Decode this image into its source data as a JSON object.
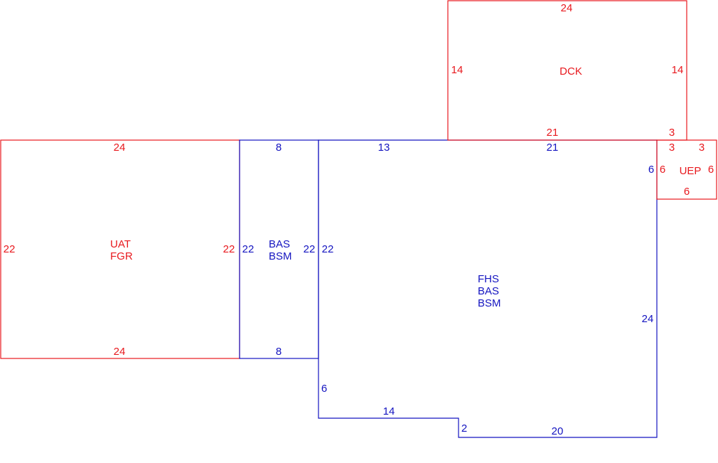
{
  "colors": {
    "red": "#e8191e",
    "blue": "#1414c0",
    "background": "#ffffff"
  },
  "areas": {
    "uat": {
      "codes": [
        "UAT",
        "FGR"
      ],
      "dims": {
        "top": "24",
        "bottom": "24",
        "left": "22",
        "right": "22"
      }
    },
    "bas_left": {
      "codes": [
        "BAS",
        "BSM"
      ],
      "dims": {
        "top": "8",
        "bottom": "8",
        "left": "22",
        "right": "22"
      }
    },
    "fhs": {
      "codes": [
        "FHS",
        "BAS",
        "BSM"
      ],
      "dims": {
        "left": "22",
        "top_left": "13",
        "top_right": "21",
        "ue_side": "6",
        "right": "24",
        "bottom_right": "20",
        "step": "2",
        "bottom_left": "14",
        "left_low": "6"
      }
    },
    "dck": {
      "codes": [
        "DCK"
      ],
      "dims": {
        "top": "24",
        "left": "14",
        "right": "14",
        "bottom": "21",
        "bottom_right": "3"
      }
    },
    "uep": {
      "codes": [
        "UEP"
      ],
      "dims": {
        "top": "3",
        "top_right": "3",
        "left": "6",
        "right": "6",
        "bottom": "6"
      }
    }
  }
}
